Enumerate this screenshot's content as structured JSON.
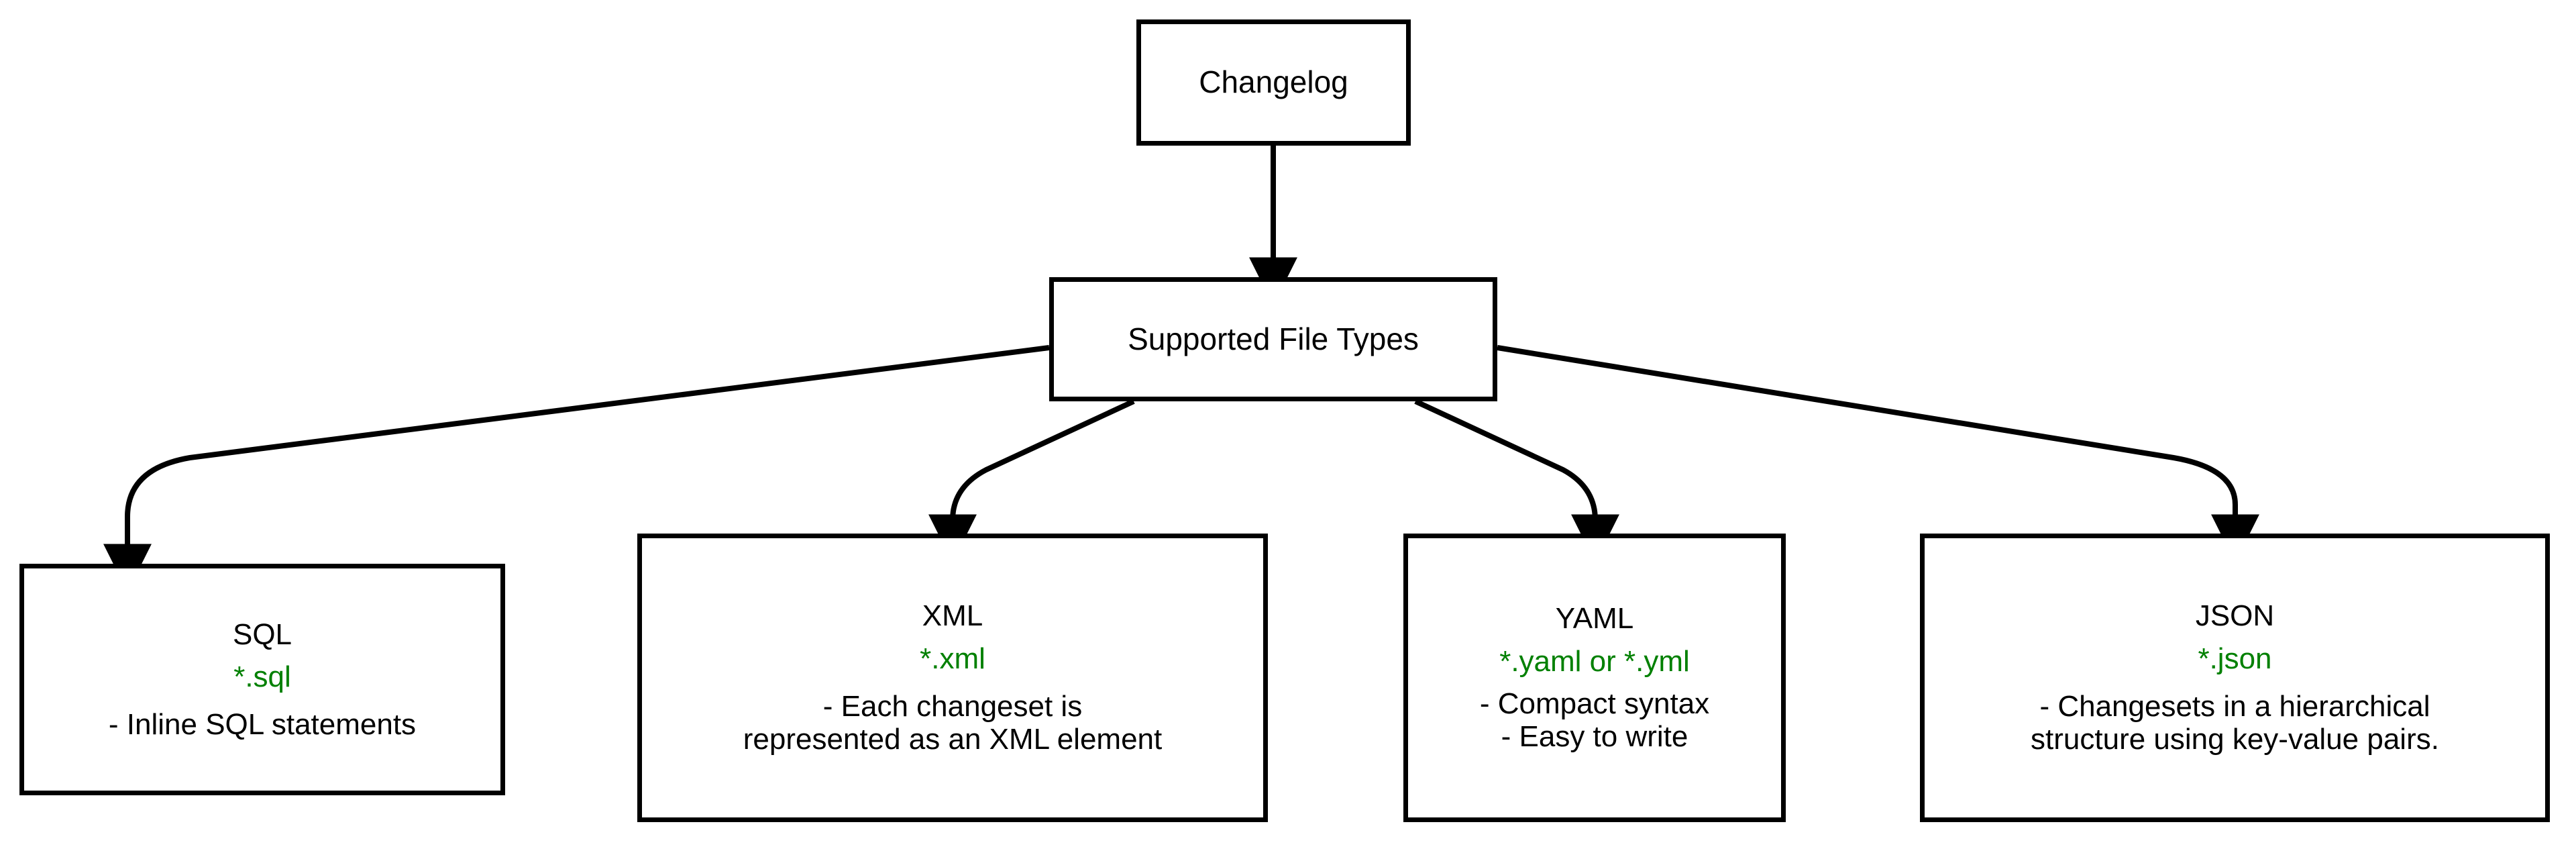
{
  "diagram": {
    "type": "flowchart",
    "orientation": "top-down",
    "background_color": "#ffffff",
    "node_border_color": "#000000",
    "node_fill_color": "#ffffff",
    "text_color": "#000000",
    "extension_text_color": "#008000",
    "edge_color": "#000000"
  },
  "nodes": {
    "changelog": {
      "title": "Changelog"
    },
    "supported": {
      "title": "Supported File Types"
    },
    "sql": {
      "title": "SQL",
      "extension": "*.sql",
      "description_lines": [
        "- Inline SQL statements"
      ]
    },
    "xml": {
      "title": "XML",
      "extension": "*.xml",
      "description_lines": [
        "- Each changeset is",
        "represented as an XML element"
      ]
    },
    "yaml": {
      "title": "YAML",
      "extension": "*.yaml or *.yml",
      "description_lines": [
        "- Compact syntax",
        "- Easy to write"
      ]
    },
    "json": {
      "title": "JSON",
      "extension": "*.json",
      "description_lines": [
        "- Changesets in a hierarchical",
        "structure using key-value pairs."
      ]
    }
  },
  "edges": [
    {
      "from": "changelog",
      "to": "supported",
      "style": "straight-arrow"
    },
    {
      "from": "supported",
      "to": "sql",
      "style": "elbow-arrow"
    },
    {
      "from": "supported",
      "to": "xml",
      "style": "elbow-arrow"
    },
    {
      "from": "supported",
      "to": "yaml",
      "style": "elbow-arrow"
    },
    {
      "from": "supported",
      "to": "json",
      "style": "elbow-arrow"
    }
  ]
}
